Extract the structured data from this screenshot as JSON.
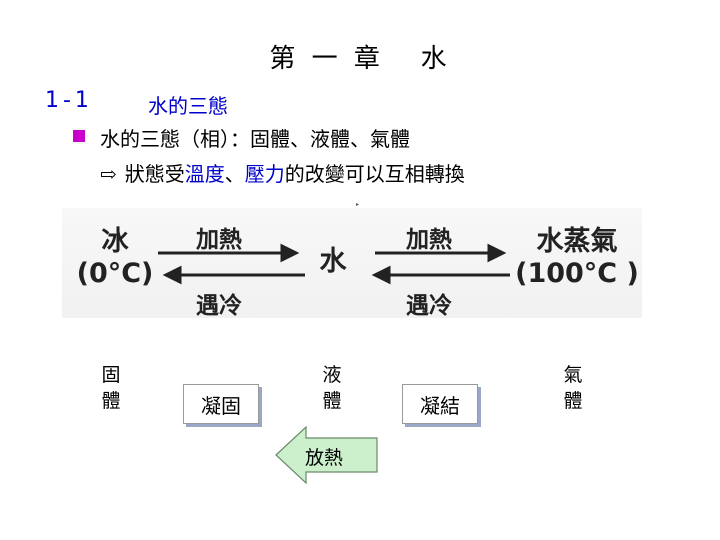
{
  "title": "第 一 章   水",
  "section": {
    "number": "1-1",
    "title": "水的三態"
  },
  "bullet": {
    "text": "水的三態（相）：固體、液體、氣體"
  },
  "arrow_line": {
    "arrow_icon": "hollow-right-arrow",
    "part1": "狀態受",
    "hl1": "溫度",
    "sep": "、",
    "hl2": "壓力",
    "part2": "的改變可以互相轉換"
  },
  "diagram": {
    "ice_name": "冰",
    "ice_temp": "(0°C)",
    "water_name": "水",
    "vapor_name": "水蒸氣",
    "vapor_temp": "(100°C )",
    "heat_left": "加熱",
    "cool_left": "遇冷",
    "heat_right": "加熱",
    "cool_right": "遇冷"
  },
  "labels": {
    "solid": [
      "固",
      "體"
    ],
    "liquid": [
      "液",
      "體"
    ],
    "gas": [
      "氣",
      "體"
    ]
  },
  "buttons": {
    "freeze": "凝固",
    "condense": "凝結",
    "release_heat": "放熱"
  },
  "colors": {
    "accent_blue": "#0000cc",
    "bullet_magenta": "#cc00cc",
    "release_arrow_fill": "#ccf0cc"
  }
}
